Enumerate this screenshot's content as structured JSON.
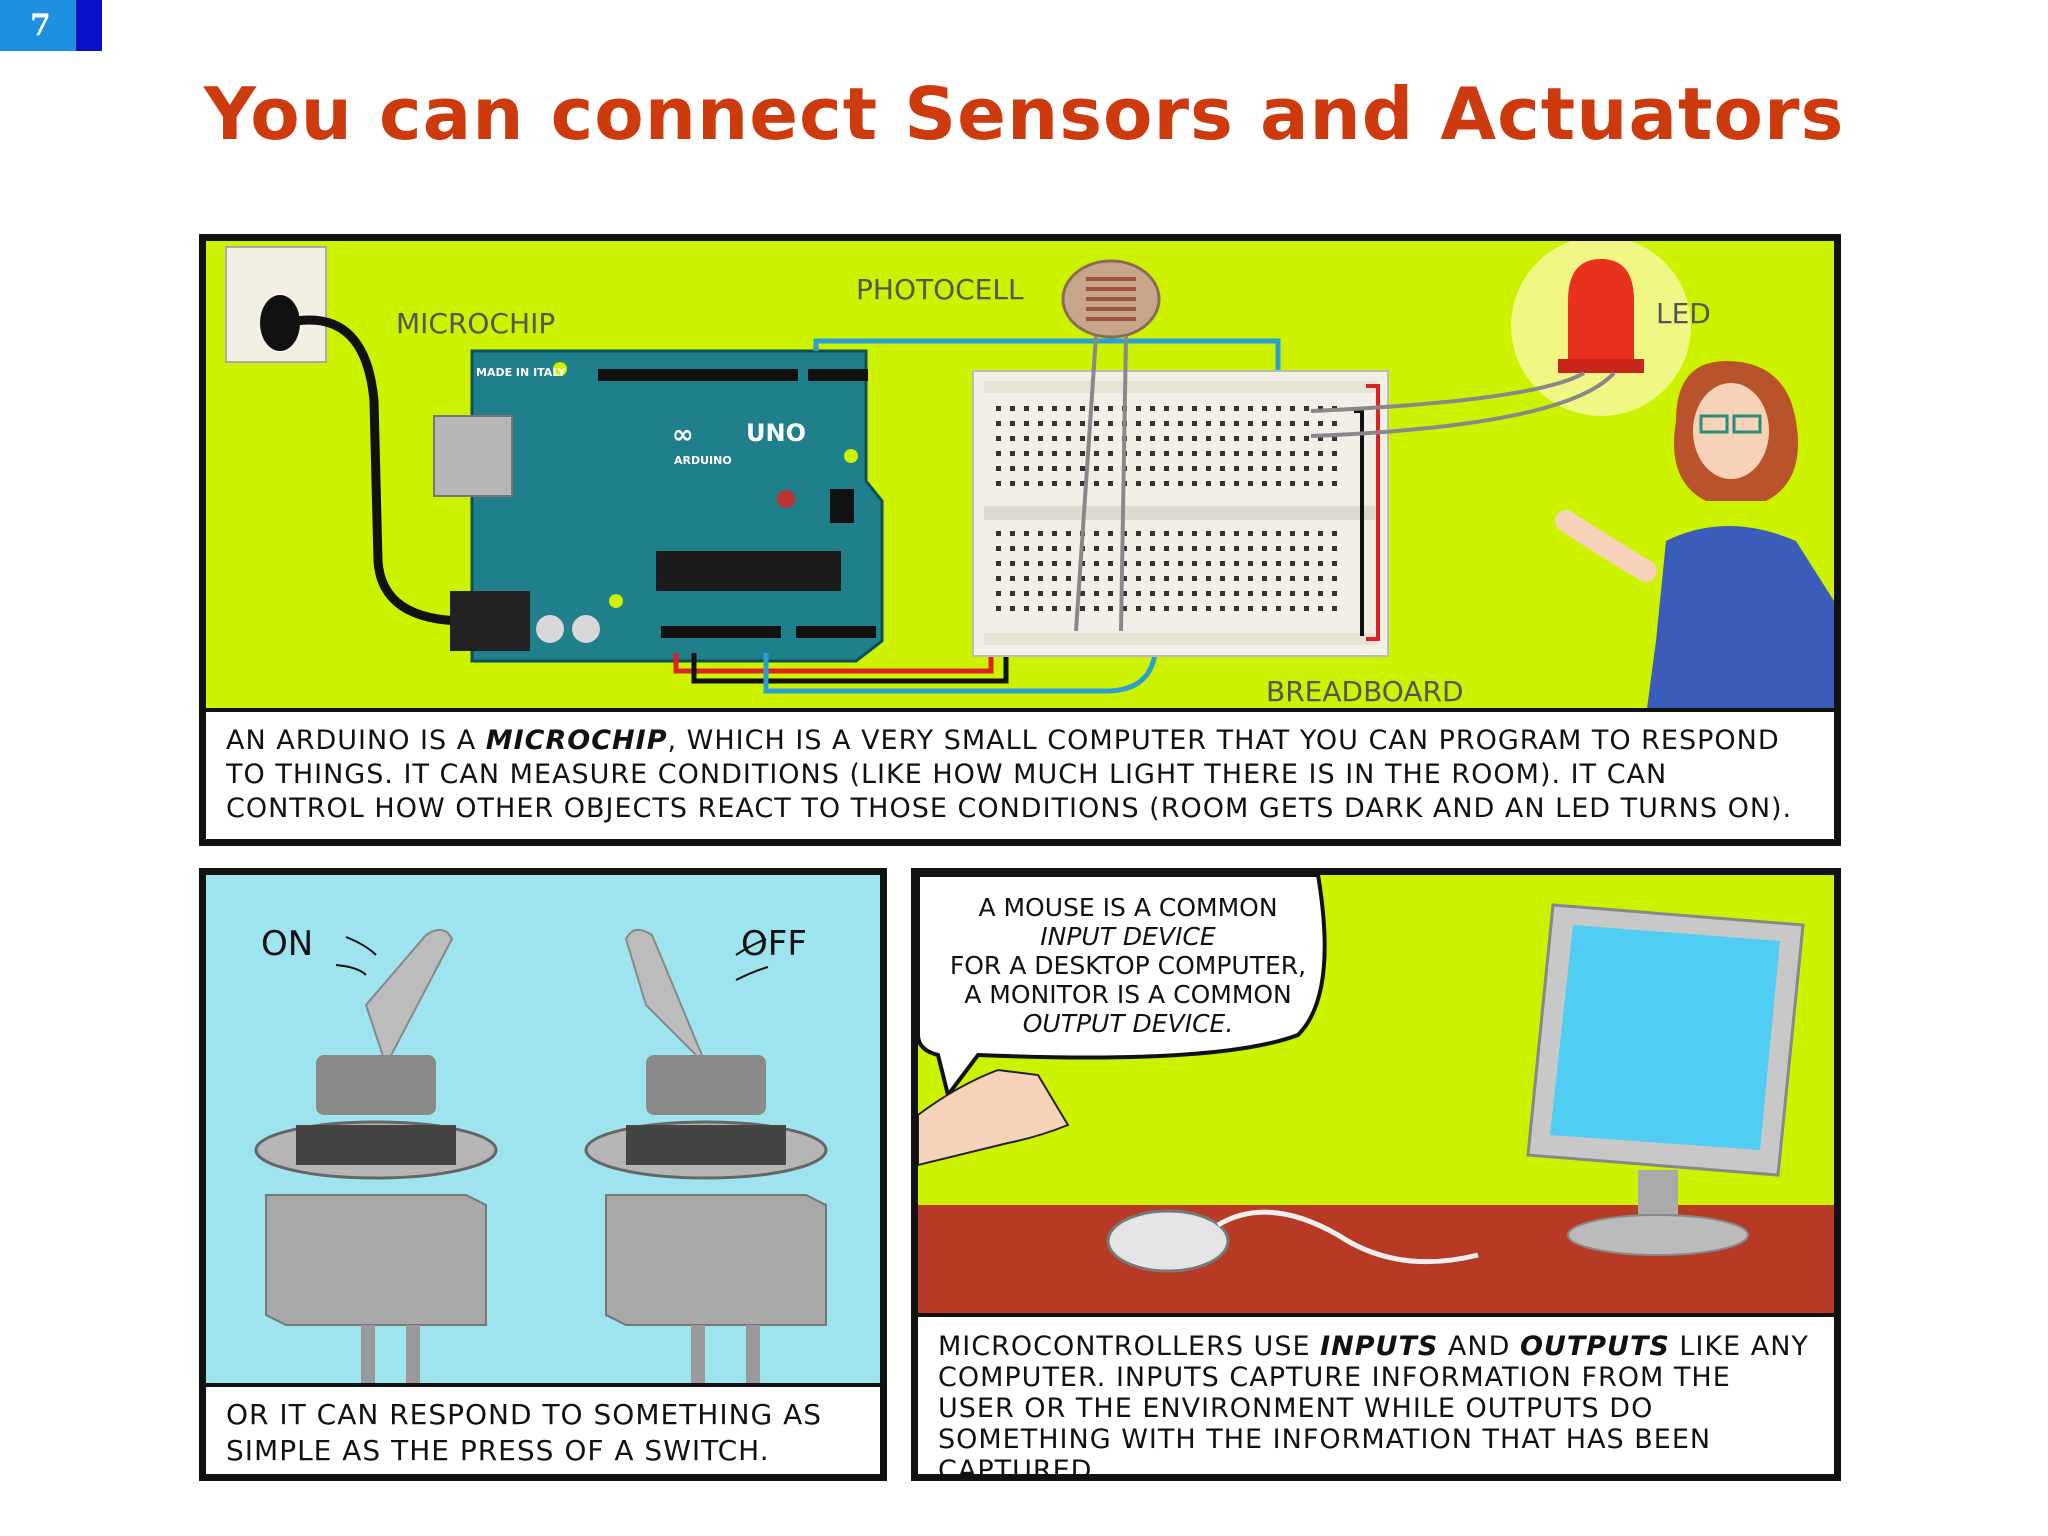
{
  "slide": {
    "page_number": "7",
    "title": "You can connect Sensors and Actuators"
  },
  "panel1": {
    "labels": {
      "microchip": "MICROCHIP",
      "photocell": "PHOTOCELL",
      "led": "LED",
      "breadboard": "BREADBOARD"
    },
    "board_text": {
      "made_in": "MADE IN ITALY",
      "uno": "UNO",
      "arduino": "ARDUINO"
    },
    "caption": {
      "part1": "AN ARDUINO IS A ",
      "emph": "MICROCHIP",
      "part2": ", WHICH IS A VERY SMALL COMPUTER THAT YOU CAN PROGRAM TO RESPOND TO THINGS. IT CAN MEASURE CONDITIONS (LIKE HOW MUCH LIGHT THERE IS IN THE ROOM). IT CAN CONTROL HOW OTHER OBJECTS REACT TO THOSE CONDITIONS (ROOM GETS DARK AND AN LED TURNS ON)."
    },
    "colors": {
      "background": "#ccf200",
      "board": "#1f7f8a"
    }
  },
  "panel2": {
    "labels": {
      "on": "ON",
      "off": "OFF"
    },
    "caption": "OR IT CAN RESPOND TO SOMETHING AS SIMPLE AS THE PRESS OF A SWITCH.",
    "colors": {
      "background": "#9ee4ef"
    }
  },
  "panel3": {
    "bubble": {
      "line1": "A MOUSE IS A COMMON",
      "line2": "INPUT DEVICE",
      "line3": "FOR A DESKTOP COMPUTER,",
      "line4": "A MONITOR IS A COMMON",
      "line5": "OUTPUT DEVICE."
    },
    "caption": {
      "part1": "MICROCONTROLLERS USE ",
      "emph1": "INPUTS",
      "part2": " AND ",
      "emph2": "OUTPUTS",
      "part3": " LIKE ANY COMPUTER. INPUTS CAPTURE INFORMATION FROM THE USER OR THE ENVIRONMENT WHILE OUTPUTS DO SOMETHING WITH THE INFORMATION THAT HAS BEEN CAPTURED."
    },
    "colors": {
      "background": "#ccf200",
      "desk": "#b73a24",
      "screen": "#4fcdf2"
    }
  }
}
